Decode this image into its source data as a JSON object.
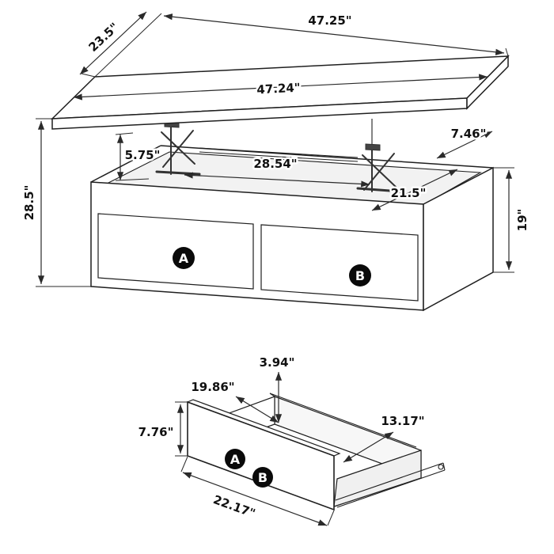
{
  "diagram": {
    "kind": "furniture-dimension-drawing",
    "product": "lift-top coffee table with two drawers",
    "colors": {
      "background": "#ffffff",
      "line": "#1f1f1f",
      "label_text": "#111111",
      "marker_fill": "#0a0a0a",
      "marker_text": "#ffffff"
    },
    "main_view": {
      "dims": {
        "top_width": "47.25\"",
        "top_depth": "23.5\"",
        "top_surface_width": "47.24\"",
        "lift_height": "5.75\"",
        "inner_width": "28.54\"",
        "top_rim_depth": "7.46\"",
        "inner_depth": "21.5\"",
        "overall_height": "28.5\"",
        "base_height": "19\""
      },
      "markers": {
        "a": "A",
        "b": "B"
      }
    },
    "drawer_view": {
      "dims": {
        "side_height": "3.94\"",
        "inner_width": "19.86\"",
        "inner_depth": "13.17\"",
        "front_height": "7.76\"",
        "outer_width": "22.17\""
      },
      "markers": {
        "a": "A",
        "b": "B"
      }
    }
  }
}
